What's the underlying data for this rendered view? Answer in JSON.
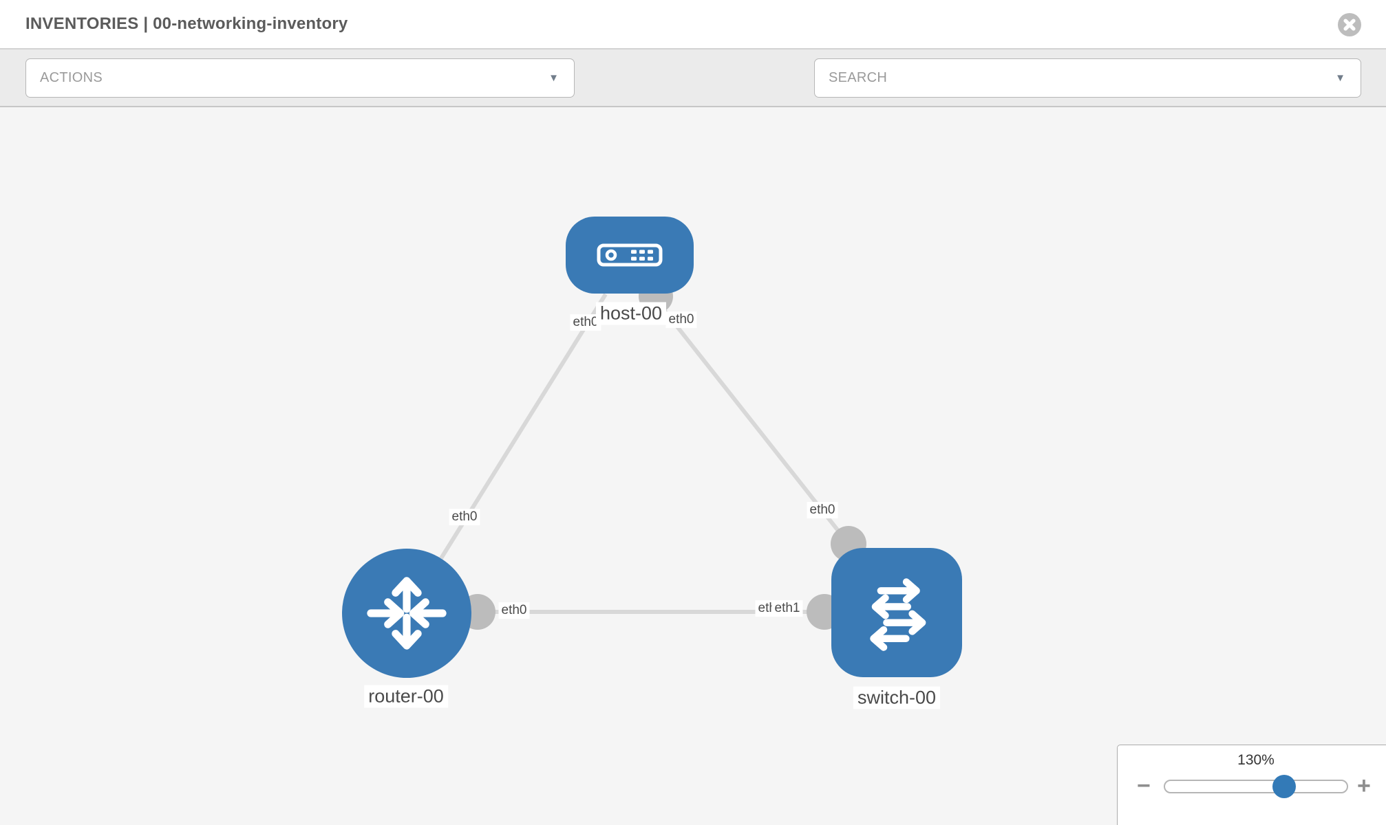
{
  "header": {
    "title": "INVENTORIES | 00-networking-inventory"
  },
  "toolbar": {
    "actions_label": "ACTIONS",
    "search_label": "SEARCH"
  },
  "icons": {
    "dropdown_arrow": "▼",
    "zoom_out_symbol": "−",
    "zoom_in_symbol": "+",
    "close": "circle-x-icon",
    "wrench": "wrench-icon",
    "key": "key-icon",
    "host_glyph": "server-appliance-icon",
    "router_glyph": "four-arrows-router-icon",
    "switch_glyph": "crossing-arrows-switch-icon"
  },
  "colors": {
    "node_blue": "#3a7ab5",
    "slider_handle_blue": "#337ab7",
    "link_gray": "#d8d8d8",
    "port_gray": "#bcbcbc",
    "canvas_bg": "#f5f5f5",
    "toolbar_bg": "#ebebeb"
  },
  "diagram": {
    "nodes": [
      {
        "id": "host-00",
        "label": "host-00",
        "type": "host"
      },
      {
        "id": "router-00",
        "label": "router-00",
        "type": "router"
      },
      {
        "id": "switch-00",
        "label": "switch-00",
        "type": "switch"
      }
    ],
    "links": [
      {
        "from": "host-00",
        "to": "router-00",
        "from_interface": "eth0",
        "to_interface": "eth0"
      },
      {
        "from": "host-00",
        "to": "switch-00",
        "from_interface": "eth0",
        "to_interface": "eth0"
      },
      {
        "from": "router-00",
        "to": "switch-00",
        "from_interface": "eth0",
        "to_interface": "eth1",
        "to_interface_overlapped": "eth0"
      }
    ],
    "edge_labels": {
      "host_router_at_host": "eth0",
      "host_router_at_router": "eth0",
      "host_switch_at_host": "eth0",
      "host_switch_at_switch": "eth0",
      "router_switch_at_router": "eth0",
      "router_switch_at_switch_under": "eth0",
      "router_switch_at_switch_over": "eth1"
    }
  },
  "zoom_control": {
    "level": "130%"
  }
}
